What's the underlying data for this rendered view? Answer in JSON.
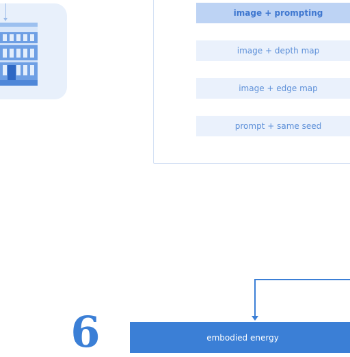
{
  "options": [
    {
      "label": "image + prompting",
      "active": true
    },
    {
      "label": "image + depth map",
      "active": false
    },
    {
      "label": "image + edge map",
      "active": false
    },
    {
      "label": "prompt + same seed",
      "active": false
    }
  ],
  "step": {
    "number": "6"
  },
  "energy_box": {
    "label": "embodied energy"
  },
  "colors": {
    "accent": "#3b7fd6",
    "option_bg": "#eaf1fc",
    "option_active_bg": "#bdd3f4",
    "card_bg": "#e8f0fb",
    "panel_border": "#d3e0f4"
  }
}
